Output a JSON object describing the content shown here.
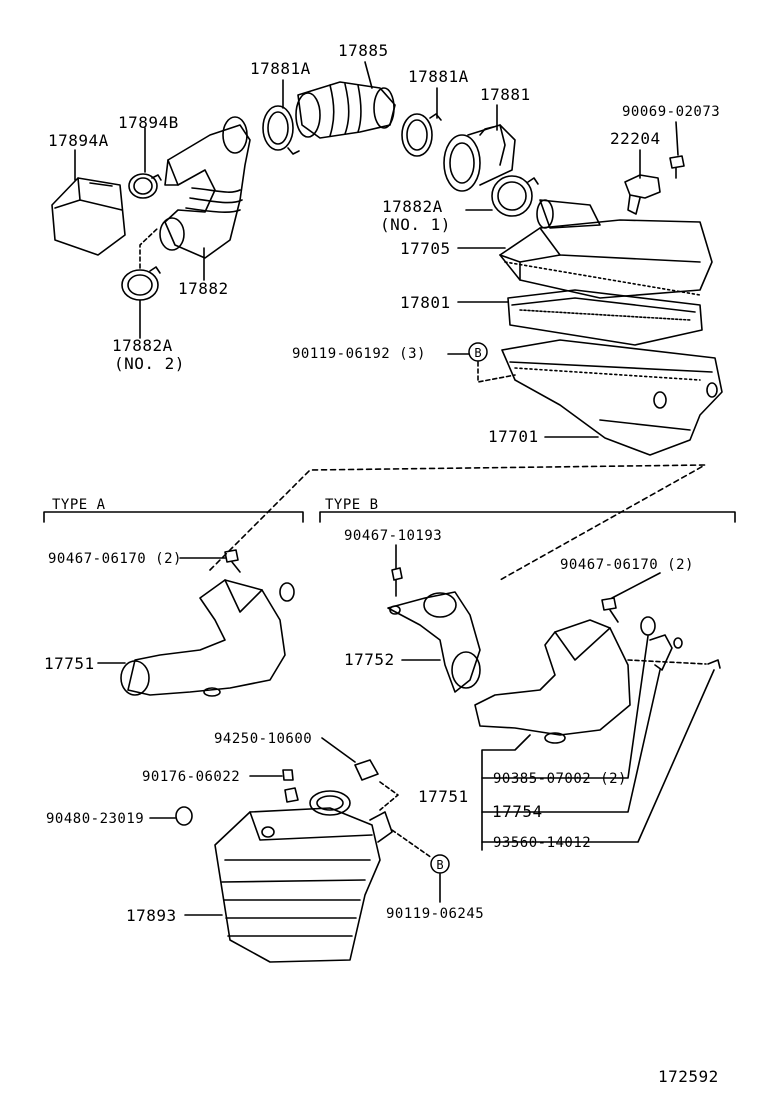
{
  "parts": {
    "p17885": "17885",
    "p17881A_left": "17881A",
    "p17881A_right": "17881A",
    "p17881": "17881",
    "p90069": "90069-02073",
    "p22204": "22204",
    "p17894B": "17894B",
    "p17894A": "17894A",
    "p17882A_no1": "17882A",
    "p17882A_no1_sub": "(NO. 1)",
    "p17705": "17705",
    "p17801": "17801",
    "p17882": "17882",
    "p17882A_no2": "17882A",
    "p17882A_no2_sub": "(NO. 2)",
    "p90119_06192": "90119-06192 (3)",
    "p17701": "17701",
    "p90467_10193": "90467-10193",
    "p90467_06170_a": "90467-06170 (2)",
    "p90467_06170_b": "90467-06170 (2)",
    "p17751_a": "17751",
    "p17752": "17752",
    "p94250": "94250-10600",
    "p90176": "90176-06022",
    "p90480": "90480-23019",
    "p17751_b": "17751",
    "p90385": "90385-07002 (2)",
    "p17754": "17754",
    "p93560": "93560-14012",
    "p17893": "17893",
    "p90119_06245": "90119-06245"
  },
  "sections": {
    "type_a": "TYPE A",
    "type_b": "TYPE B"
  },
  "callouts": {
    "b_marker": "B"
  },
  "footer": {
    "diagram_number": "172592"
  }
}
